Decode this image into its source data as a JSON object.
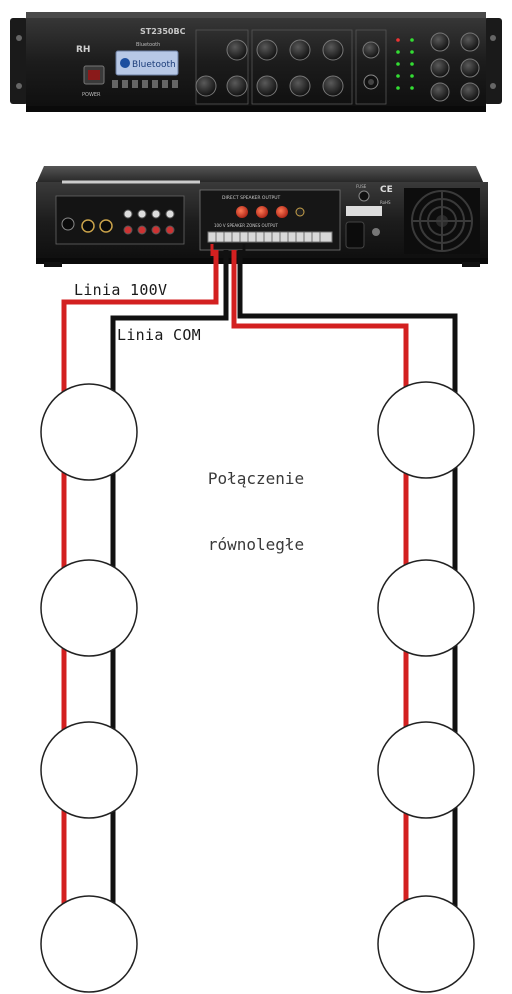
{
  "front_panel": {
    "model": "ST2350BC",
    "brand_mark": "RH",
    "bluetooth_header": "Bluetooth",
    "bluetooth_display": "Bluetooth",
    "power_label": "POWER"
  },
  "rear_panel": {
    "direct_output_label": "DIRECT SPEAKER OUTPUT",
    "zone_output_label": "100 V SPEAKER ZONES OUTPUT",
    "ce_mark": "CE",
    "rohs_label": "RoHS"
  },
  "labels": {
    "line_100v": "Linia 100V",
    "line_com": "Linia COM",
    "connection_line1": "Połączenie",
    "connection_line2": "równoległe"
  },
  "colors": {
    "wire_hot": "#d32020",
    "wire_com": "#111111",
    "speaker_fill": "#ffffff",
    "speaker_stroke": "#222222",
    "chassis": "#1e1e1e"
  }
}
